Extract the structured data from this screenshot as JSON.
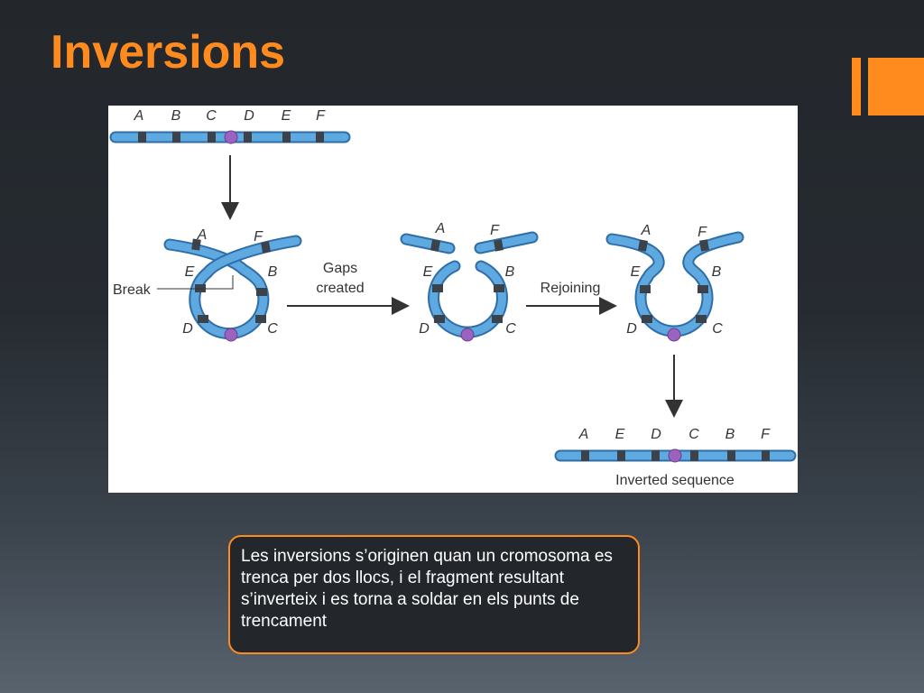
{
  "slide": {
    "title": "Inversions",
    "caption": "Les inversions s’originen quan un cromosoma es trenca per dos llocs, i el fragment resultant s’inverteix i es torna a soldar en els punts de trencament"
  },
  "figure": {
    "original_order": [
      "A",
      "B",
      "C",
      "D",
      "E",
      "F"
    ],
    "loop_labels": {
      "top_left": "A",
      "top_right": "F",
      "mid_left": "E",
      "mid_right": "B",
      "bottom_left": "D",
      "bottom_right": "C"
    },
    "break_label": "Break",
    "gaps_label_line1": "Gaps",
    "gaps_label_line2": "created",
    "rejoining_label": "Rejoining",
    "inverted_order": [
      "A",
      "E",
      "D",
      "C",
      "B",
      "F"
    ],
    "inverted_caption": "Inverted sequence"
  },
  "colors": {
    "accent": "#ff8a1e",
    "chromosome_blue": "#5ea9e0",
    "chromosome_outline": "#2f6ea8",
    "band": "#3b4249",
    "centromere": "#9b62c0"
  }
}
